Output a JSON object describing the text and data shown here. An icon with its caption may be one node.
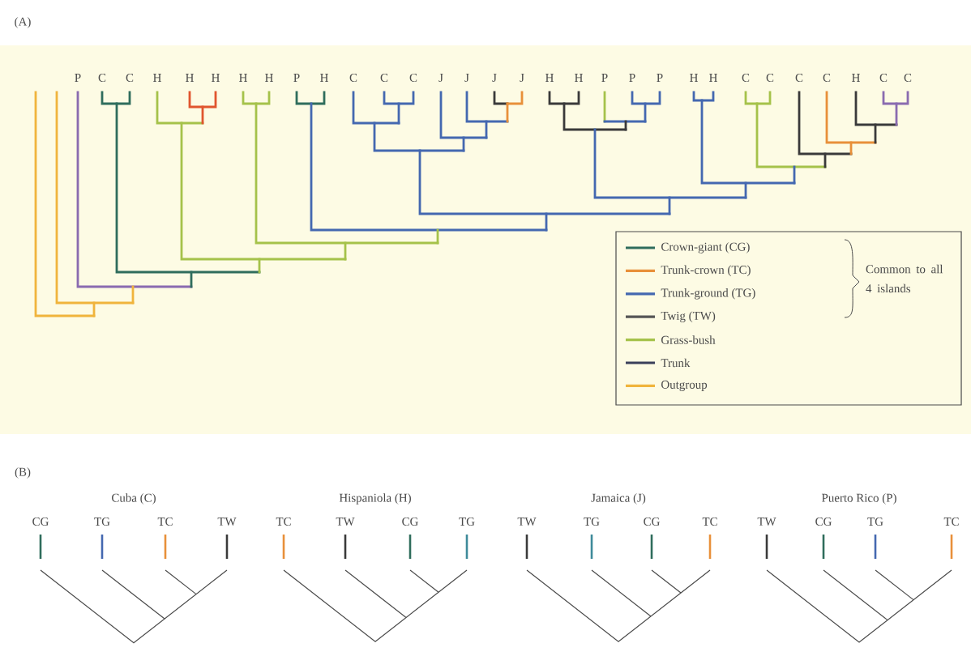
{
  "diagram": {
    "labels": [
      "(A)",
      "P",
      "C",
      "C",
      "H",
      "H",
      "H",
      "H",
      "H",
      "P",
      "H",
      "C",
      "C",
      "C",
      "J",
      "J",
      "J",
      "J",
      "H",
      "H",
      "P",
      "P",
      "P",
      "H",
      "H",
      "C",
      "C",
      "C",
      "C",
      "H",
      "C",
      "C",
      "Common to all 4 islands",
      "(B)",
      "Cuba (C)",
      "CG",
      "TG",
      "TC",
      "TW",
      "Hispaniola (H)",
      "TC",
      "TW",
      "CG",
      "TG",
      "Jamaica (J)",
      "TW",
      "TG",
      "CG",
      "TC",
      "Puerto Rico (P)",
      "TW",
      "CG",
      "TG",
      "TC"
    ],
    "legend": [
      {
        "text": "Crown-giant (CG)",
        "color": "#2f6d5c"
      },
      {
        "text": "Trunk-crown (TC)",
        "color": "#e8903a"
      },
      {
        "text": "Trunk-ground (TG)",
        "color": "#4468b0"
      },
      {
        "text": "Twig (TW)",
        "color": "#555555"
      },
      {
        "text": "Grass-bush",
        "color": "#a5c24a"
      },
      {
        "text": "Trunk",
        "color": "#3a3f5a"
      },
      {
        "text": "Outgroup",
        "color": "#f0b43c"
      }
    ]
  }
}
